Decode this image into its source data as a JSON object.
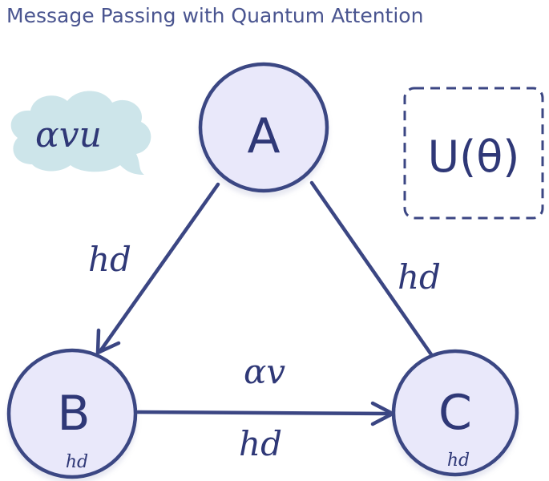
{
  "title": "Message Passing with Quantum Attention",
  "colors": {
    "stroke": "#3b4683",
    "node_fill": "#e9e8fa",
    "cloud_fill": "#cde5ea",
    "title": "#4a5590"
  },
  "nodes": {
    "a": {
      "label": "A"
    },
    "b": {
      "label": "B",
      "sub": "hd"
    },
    "c": {
      "label": "C",
      "sub": "hd"
    }
  },
  "edges": {
    "a_b": {
      "label": "hd"
    },
    "a_c": {
      "label": "hd"
    },
    "b_c": {
      "label_top": "αv",
      "label_bottom": "hd"
    }
  },
  "cloud": {
    "label": "αvu"
  },
  "operator": {
    "label": "U(θ)"
  }
}
